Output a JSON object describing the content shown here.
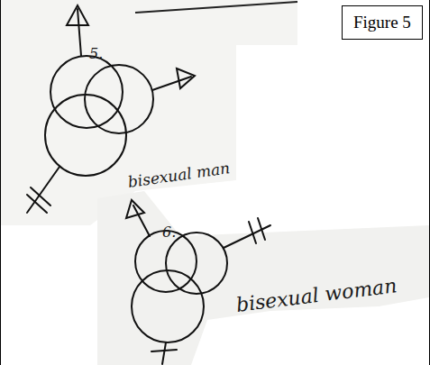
{
  "diagram": {
    "nodes": [
      {
        "text": [
          "Figure 5"
        ]
      }
    ],
    "labels": [
      "5.",
      "bisexual man",
      "6.",
      "bisexual woman"
    ]
  }
}
